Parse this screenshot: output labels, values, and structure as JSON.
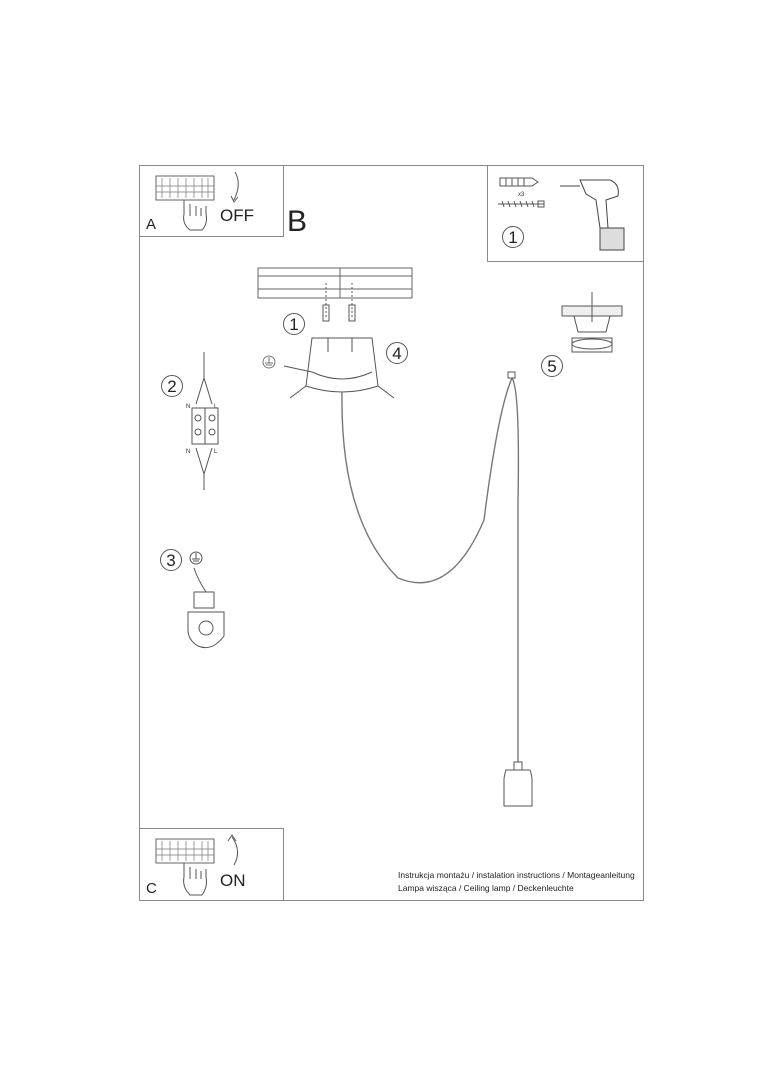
{
  "box_a": {
    "letter": "A",
    "action": "OFF"
  },
  "box_c": {
    "letter": "C",
    "action": "ON"
  },
  "section_b": {
    "letter": "B"
  },
  "tools": {
    "quantity": "x3"
  },
  "steps": {
    "s1_tools": "1",
    "s1": "1",
    "s2": "2",
    "s3": "3",
    "s4": "4",
    "s5": "5"
  },
  "terminal": {
    "n": "N",
    "l": "L"
  },
  "footer": {
    "line1": "Instrukcja montażu / instalation instructions / Montageanleitung",
    "line2": "Lampa wisząca / Ceiling lamp / Deckenleuchte"
  }
}
